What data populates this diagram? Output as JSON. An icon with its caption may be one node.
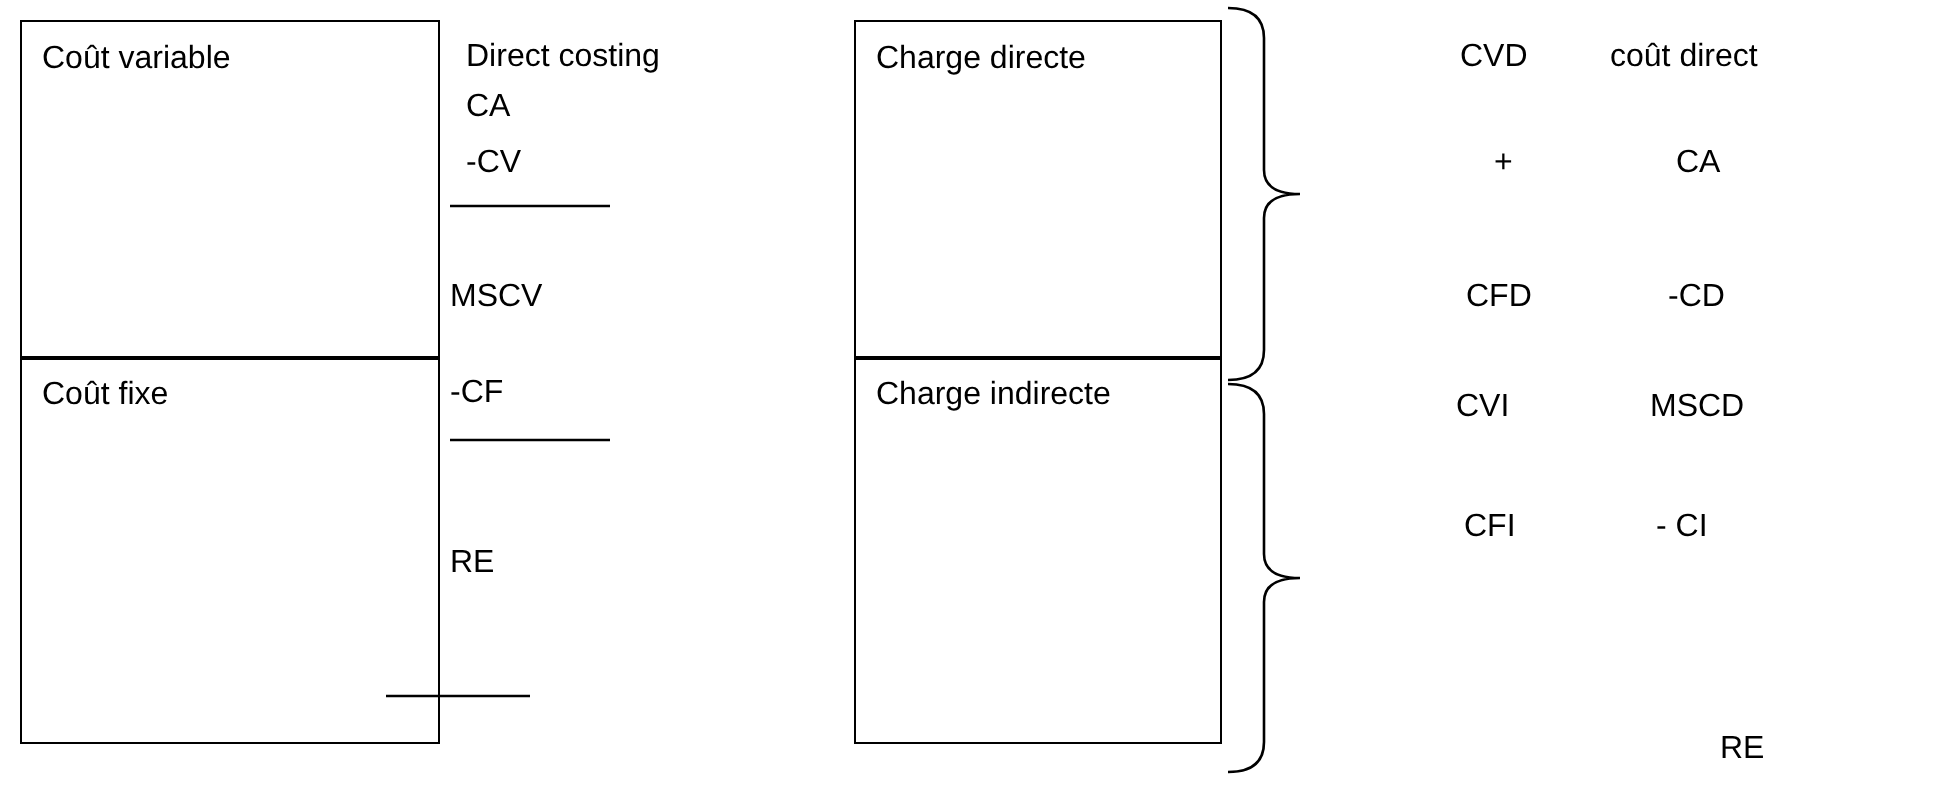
{
  "diagram": {
    "nodes": [
      {
        "text": [
          "Coût variable"
        ]
      },
      {
        "text": [
          "Coût fixe"
        ]
      },
      {
        "text": [
          "Charge directe"
        ]
      },
      {
        "text": [
          "Charge indirecte"
        ]
      }
    ],
    "labels": [
      "Direct costing",
      "CA",
      "-CV",
      "MSCV",
      "-CF",
      "RE",
      "CVD",
      "coût direct",
      "+",
      "CA",
      "CFD",
      "-CD",
      "CVI",
      "MSCD",
      "CFI",
      "- CI",
      "RE"
    ]
  }
}
